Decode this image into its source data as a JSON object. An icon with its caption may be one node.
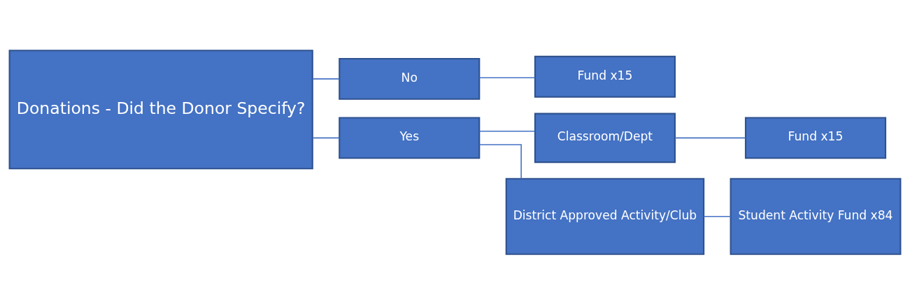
{
  "diagram": {
    "nodes": [
      {
        "text": [
          "Donations - Did the Donor Specify?"
        ]
      },
      {
        "text": [
          "No"
        ]
      },
      {
        "text": [
          "Fund x15"
        ]
      },
      {
        "text": [
          "Yes"
        ]
      },
      {
        "text": [
          "Classroom/Dept"
        ]
      },
      {
        "text": [
          "Fund x15"
        ]
      },
      {
        "text": [
          "District Approved Activity/Club"
        ]
      },
      {
        "text": [
          "Student Activity Fund x84"
        ]
      }
    ],
    "edges": [
      {
        "from": 0,
        "to": 1,
        "arrow": "none"
      },
      {
        "from": 0,
        "to": 3,
        "arrow": "none"
      },
      {
        "from": 1,
        "to": 2,
        "arrow": "none"
      },
      {
        "from": 3,
        "to": 4,
        "arrow": "none"
      },
      {
        "from": 3,
        "to": 6,
        "arrow": "none"
      },
      {
        "from": 4,
        "to": 5,
        "arrow": "none"
      },
      {
        "from": 6,
        "to": 7,
        "arrow": "none"
      }
    ]
  }
}
